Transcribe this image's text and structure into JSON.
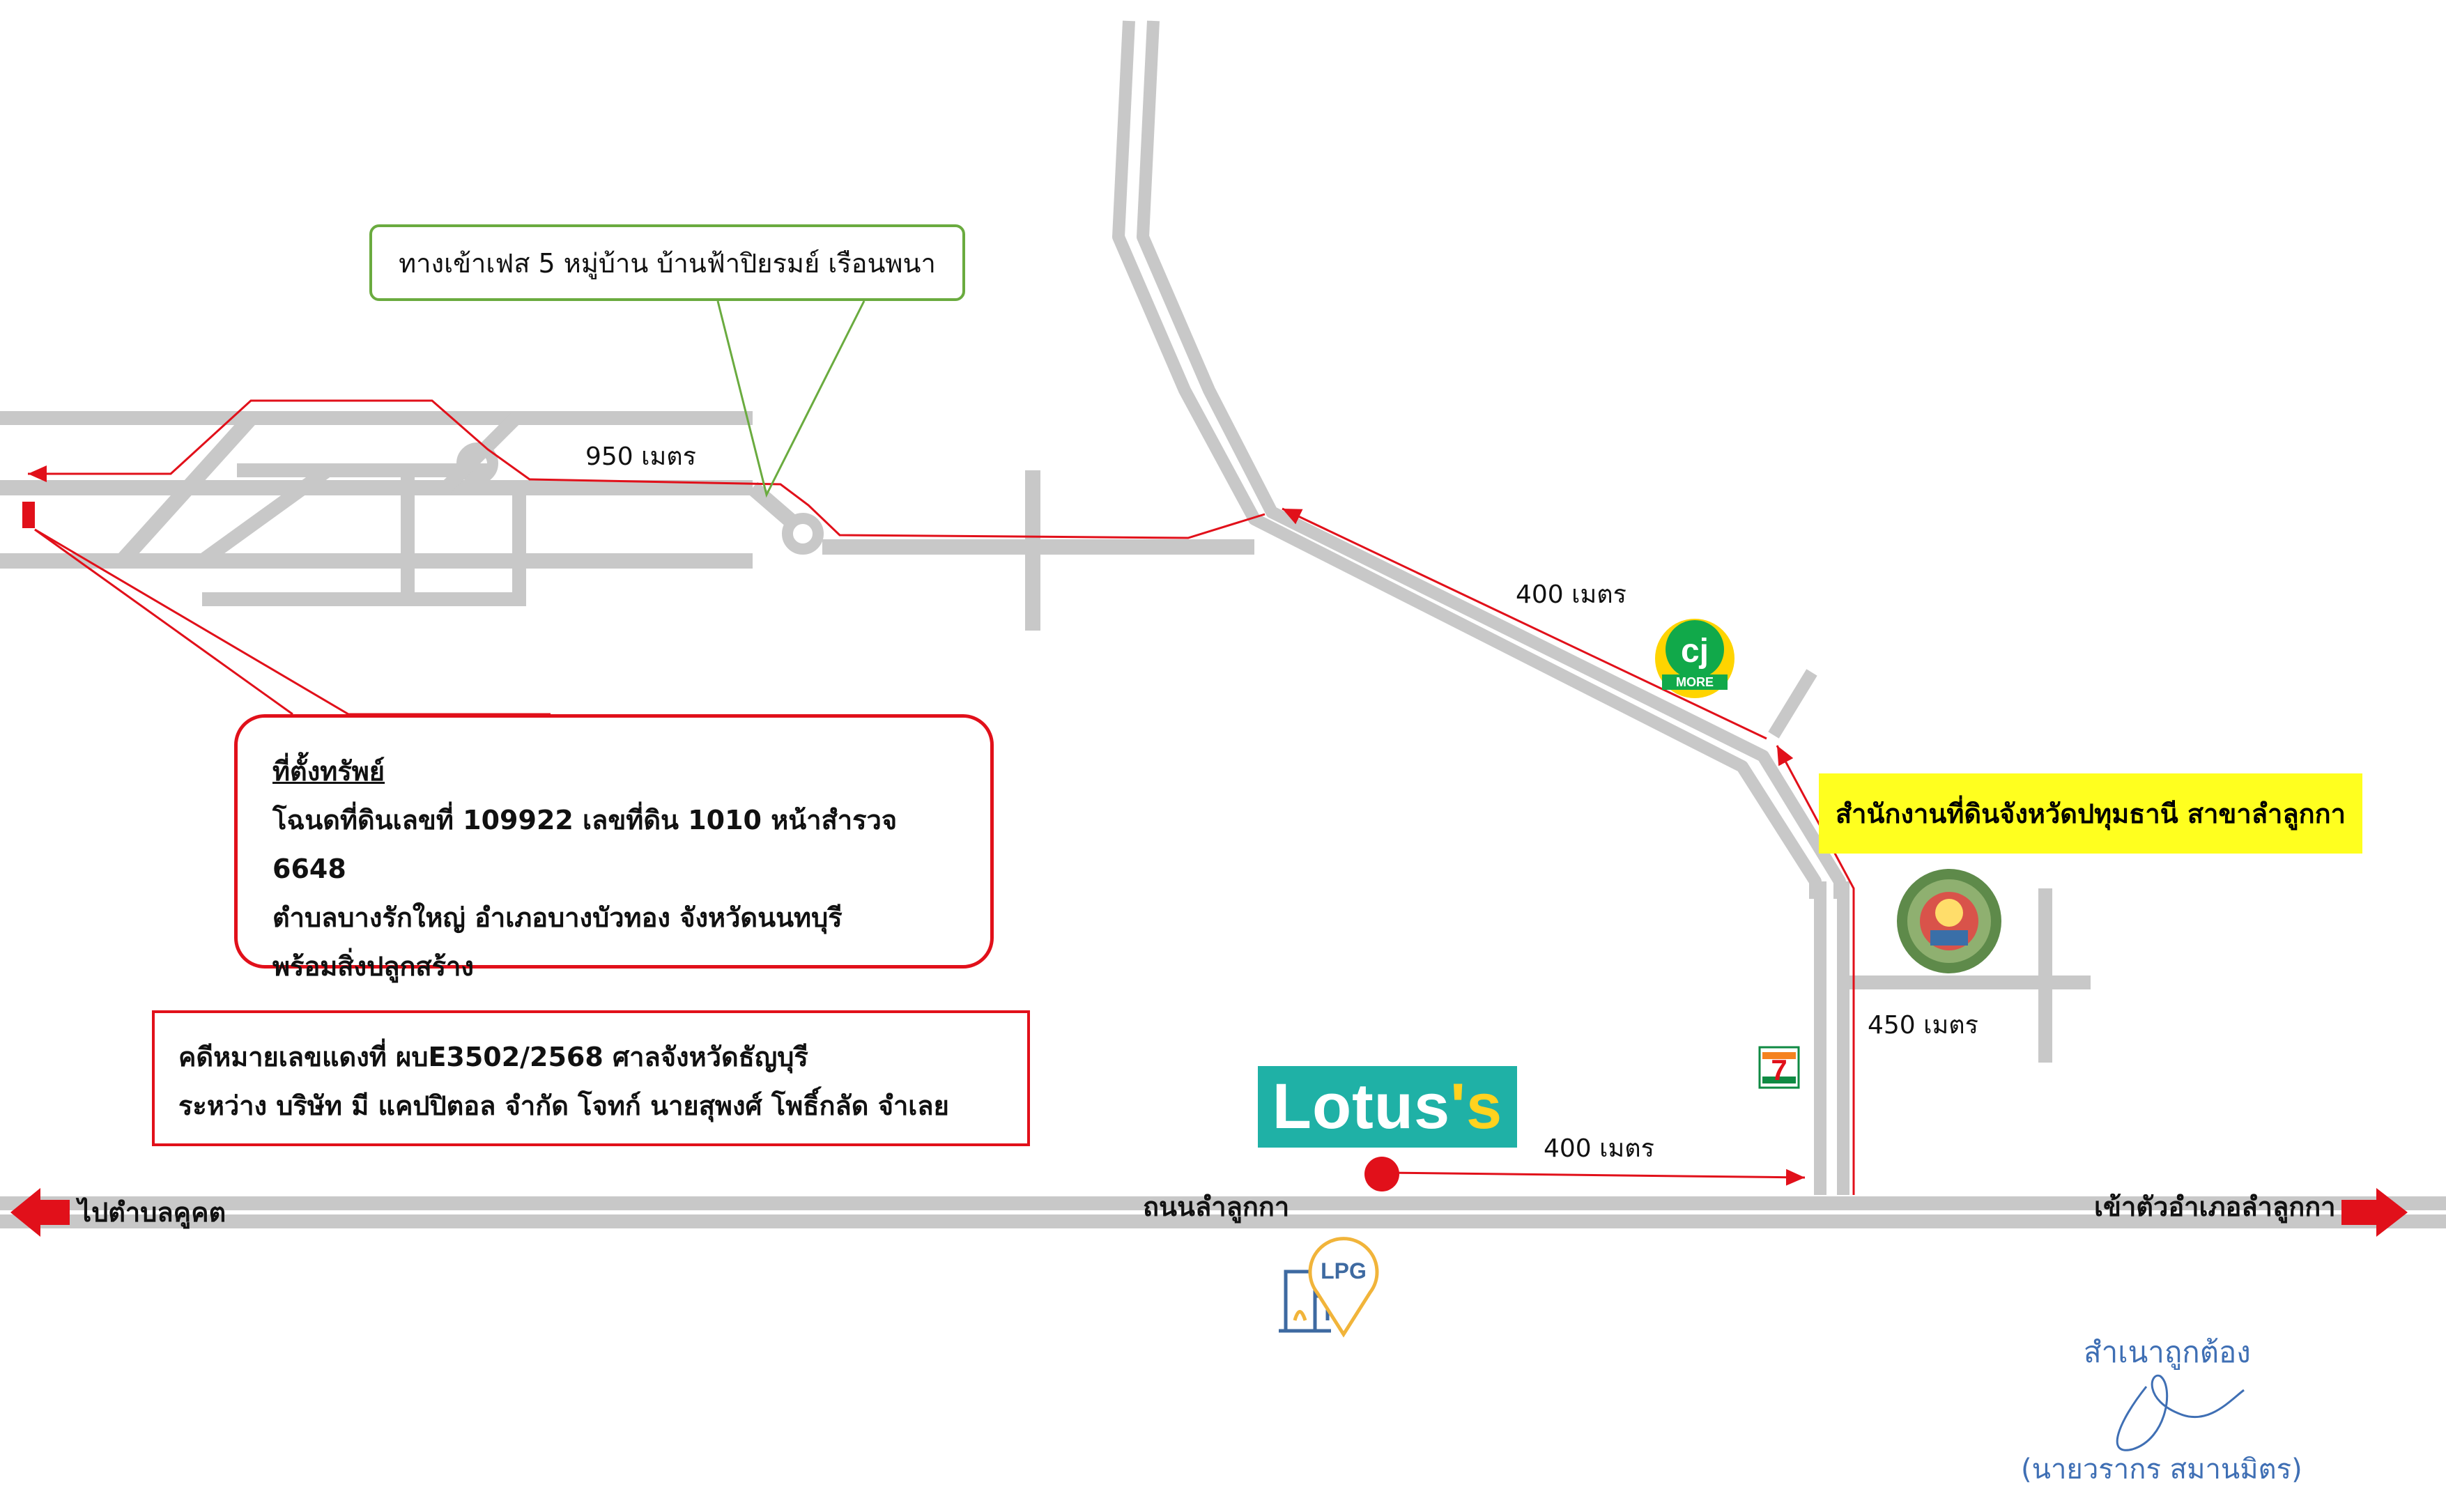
{
  "callouts": {
    "entrance": "ทางเข้าเฟส 5 หมู่บ้าน บ้านฟ้าปิยรมย์ เรือนพนา",
    "property": {
      "heading": "ที่ตั้งทรัพย์",
      "lines": [
        "โฉนดที่ดินเลขที่ 109922 เลขที่ดิน 1010 หน้าสำรวจ 6648",
        "ตำบลบางรักใหญ่ อำเภอบางบัวทอง จังหวัดนนทบุรี",
        "พร้อมสิ่งปลูกสร้าง"
      ]
    },
    "case": [
      "คดีหมายเลขแดงที่ ผบE3502/2568 ศาลจังหวัดธัญบุรี",
      "ระหว่าง บริษัท มี แคปปิตอล จำกัด โจทก์ นายสุพงศ์ โพธิ์กลัด จำเลย"
    ]
  },
  "distances": {
    "d950": "950 เมตร",
    "d400_diag": "400 เมตร",
    "d450": "450 เมตร",
    "d400_main": "400 เมตร"
  },
  "road": {
    "main_name": "ถนนลำลูกกา",
    "to_left": "ไปตำบลคูคต",
    "to_right": "เข้าตัวอำเภอลำลูกกา"
  },
  "landmarks": {
    "land_office": "สำนักงานที่ดินจังหวัดปทุมธานี สาขาลำลูกกา",
    "lotus": {
      "main": "Lotus",
      "suffix": "'s"
    },
    "cj_more": {
      "mark": "cj",
      "sub": "MORE"
    },
    "seven_eleven": "7",
    "lpg": "LPG"
  },
  "certification": {
    "text": "สำเนาถูกต้อง",
    "name": "(นายวรากร  สมานมิตร)"
  },
  "colors": {
    "road": "#c8c8c8",
    "route": "#e1101a",
    "callout_green": "#6aab3f",
    "highlight": "#ffff1f",
    "lotus": "#1fb1a6",
    "cj": "#11a94a",
    "lpg": "#f1b43a",
    "certify": "#3f6fb4"
  }
}
